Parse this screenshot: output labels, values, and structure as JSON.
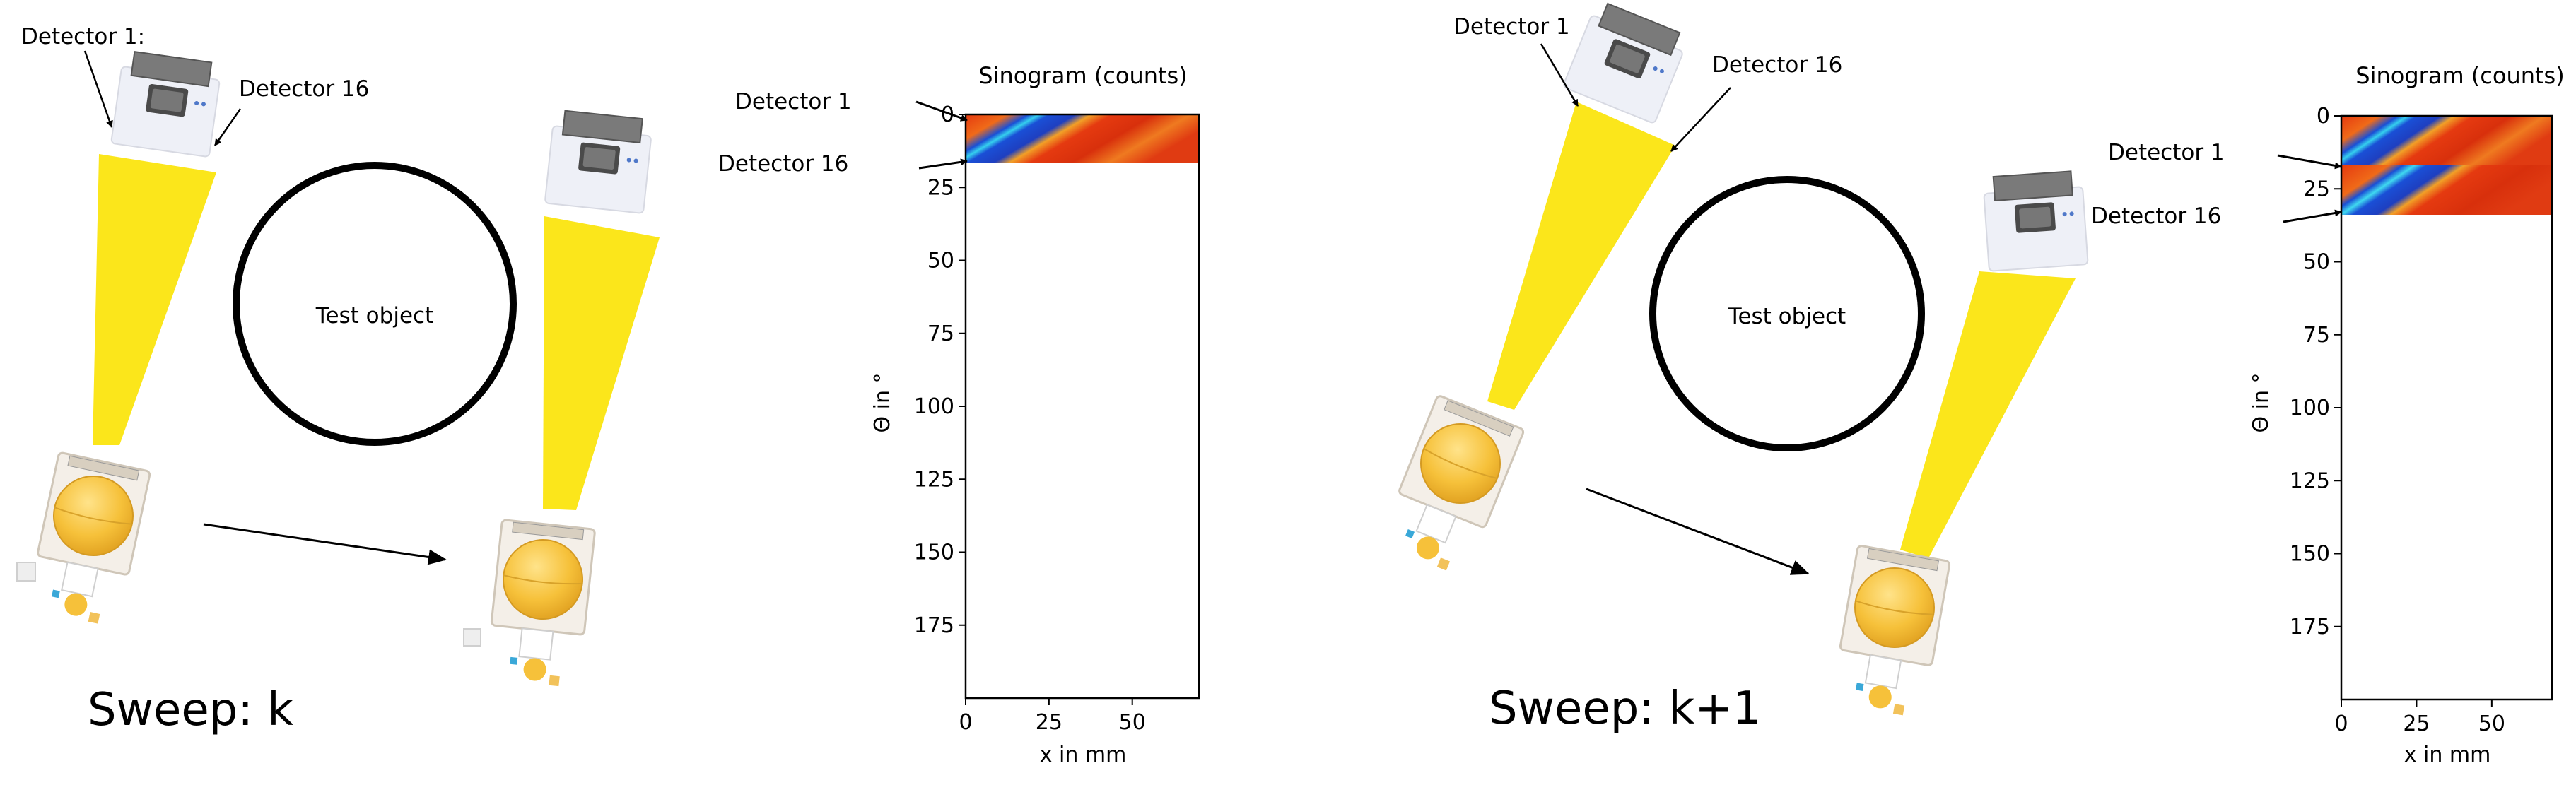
{
  "colors": {
    "beam": "#fbe61b",
    "detector_body": "#efeff5",
    "detector_head": "#6f6f6f",
    "source_sphere": "#f6c13a",
    "sinogram_hot": "#e03b12",
    "sinogram_cold": "#1a4fd6",
    "sinogram_mid": "#35d0ee"
  },
  "panel_k": {
    "detector_1_label": "Detector 1:",
    "detector_16_label": "Detector 16",
    "object_label": "Test object",
    "sweep_label": "Sweep: k",
    "sinogram": {
      "title": "Sinogram (counts)",
      "detector_1_label": "Detector 1",
      "detector_16_label": "Detector 16",
      "ylabel": "Θ in °",
      "xlabel": "x in mm",
      "yticks": [
        "0",
        "25",
        "50",
        "75",
        "100",
        "125",
        "150",
        "175"
      ],
      "xticks": [
        "0",
        "25",
        "50"
      ]
    }
  },
  "panel_k1": {
    "detector_1_label": "Detector 1",
    "detector_16_label": "Detector 16",
    "object_label": "Test object",
    "sweep_label": "Sweep: k+1",
    "sinogram": {
      "title": "Sinogram (counts)",
      "detector_1_label": "Detector 1",
      "detector_16_label": "Detector 16",
      "ylabel": "Θ in °",
      "xlabel": "x in mm",
      "yticks": [
        "0",
        "25",
        "50",
        "75",
        "100",
        "125",
        "150",
        "175"
      ],
      "xticks": [
        "0",
        "25",
        "50"
      ]
    }
  },
  "chart_data": [
    {
      "type": "heatmap",
      "title": "Sinogram (counts)",
      "xlabel": "x in mm",
      "ylabel": "Θ in °",
      "xlim": [
        0,
        70
      ],
      "ylim": [
        0,
        200
      ],
      "filled_theta_range": [
        0,
        16
      ]
    },
    {
      "type": "heatmap",
      "title": "Sinogram (counts)",
      "xlabel": "x in mm",
      "ylabel": "Θ in °",
      "xlim": [
        0,
        70
      ],
      "ylim": [
        0,
        200
      ],
      "filled_theta_range": [
        0,
        32
      ]
    }
  ]
}
